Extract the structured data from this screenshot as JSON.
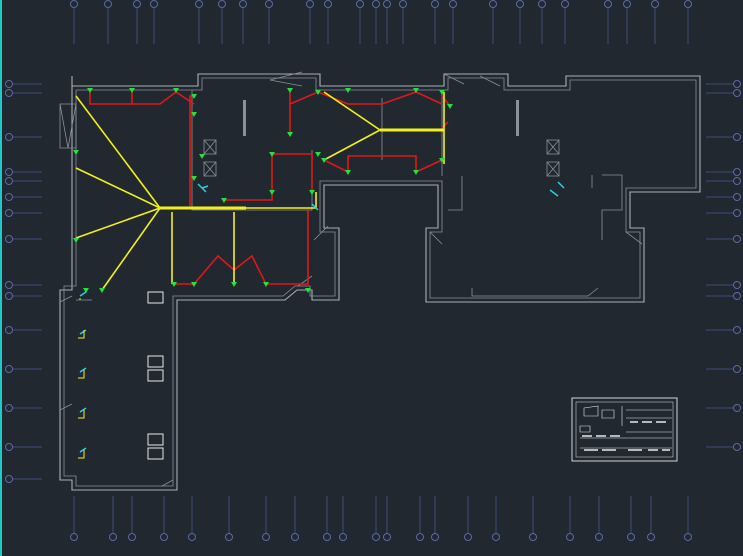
{
  "canvas": {
    "background": "#212830",
    "frame_accent": "#21c8c8"
  },
  "colors": {
    "grid": "#3f4a7a",
    "wall": "#a9aeb8",
    "wire_hot": "#e01818",
    "wire_feed": "#f3f019",
    "device": "#27e03a",
    "sensor": "#22d3e6",
    "keyplan": "#e8e8e8"
  },
  "drawing": {
    "type": "electrical floor plan",
    "grid_top_count": 26,
    "grid_bottom_count": 26,
    "grid_side_count": 12,
    "has_key_plan": true
  }
}
